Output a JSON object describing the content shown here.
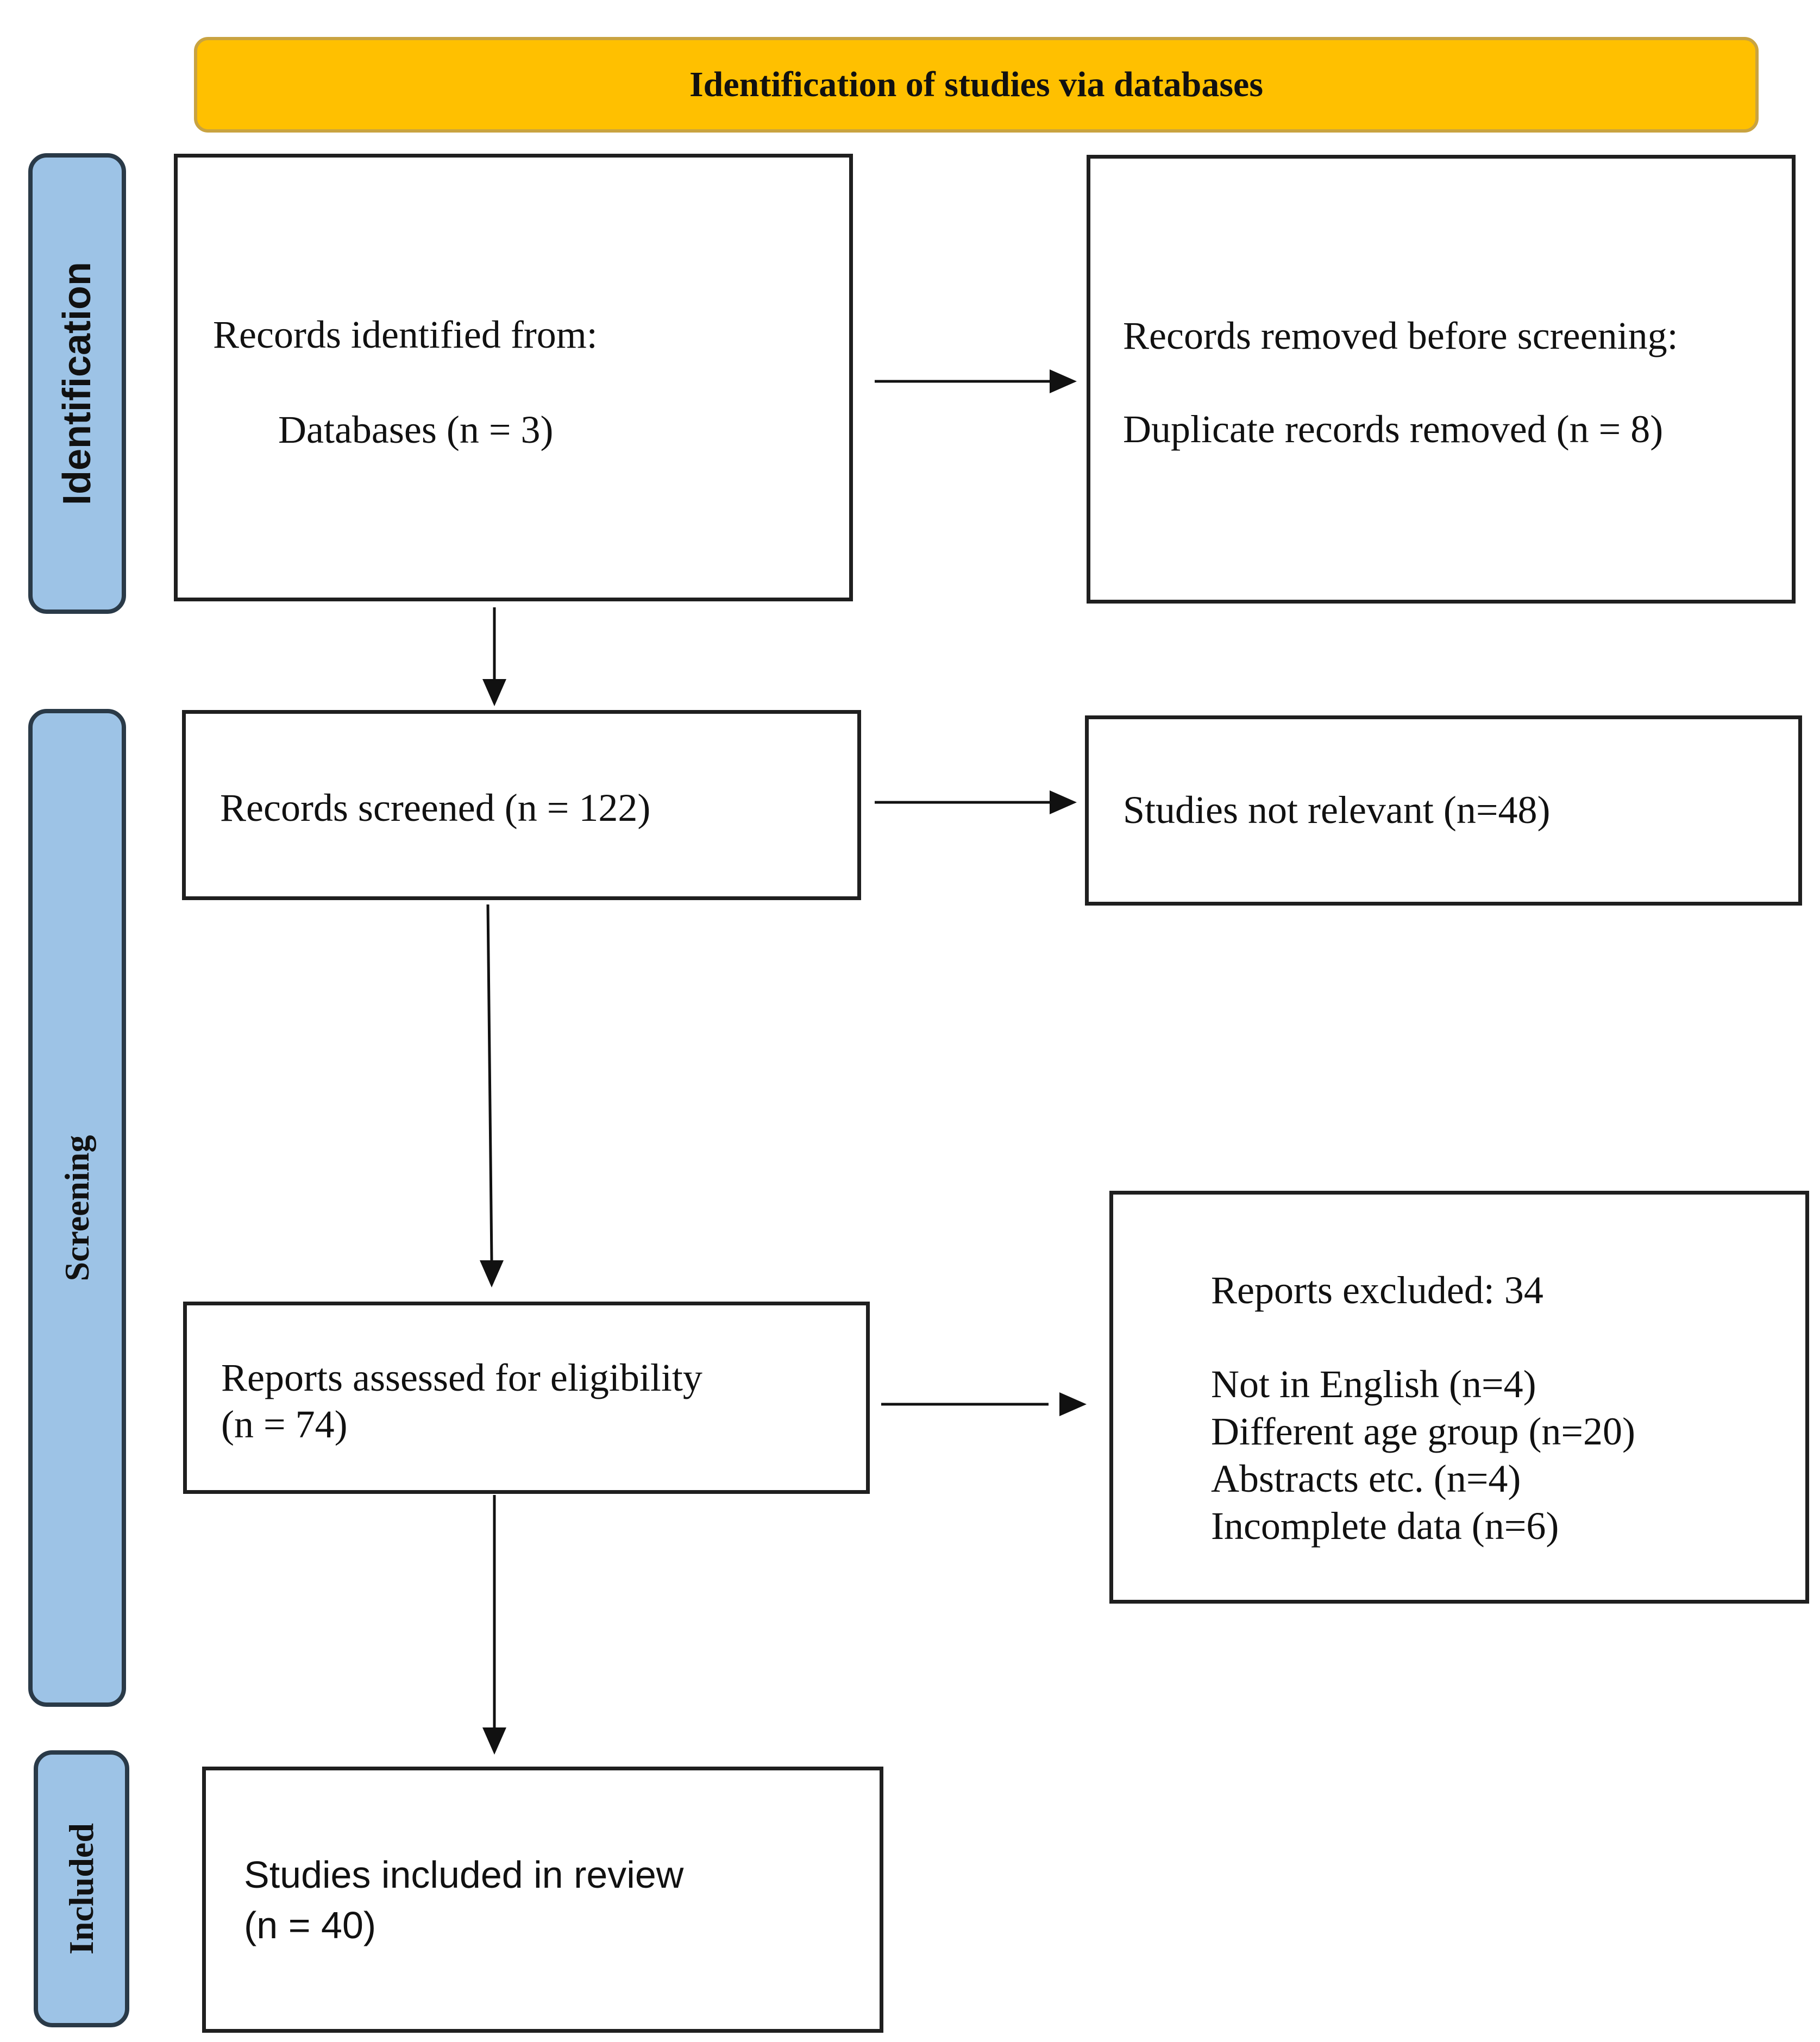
{
  "header": {
    "title": "Identification of studies via databases"
  },
  "phases": {
    "identification": "Identification",
    "screening": "Screening",
    "included": "Included"
  },
  "boxes": {
    "records_identified": {
      "line1": "Records identified from:",
      "line2": "Databases (n = 3)"
    },
    "records_removed": {
      "line1": "Records removed before screening:",
      "line2": "Duplicate records removed (n = 8)"
    },
    "records_screened": {
      "line1": "Records screened (n = 122)"
    },
    "not_relevant": {
      "line1": "Studies not relevant (n=48)"
    },
    "reports_assessed": {
      "line1": "Reports assessed for eligibility",
      "line2": "(n = 74)"
    },
    "reports_excluded": {
      "title": "Reports excluded: 34",
      "items": [
        "Not in English (n=4)",
        "Different age group (n=20)",
        "Abstracts etc. (n=4)",
        "Incomplete data (n=6)"
      ]
    },
    "studies_included": {
      "line1": "Studies included in review",
      "line2": "(n = 40)"
    }
  },
  "colors": {
    "header_fill": "#ffc000",
    "phase_fill": "#9dc3e6",
    "phase_border": "#2a3a48",
    "box_border": "#1f1f1f"
  }
}
